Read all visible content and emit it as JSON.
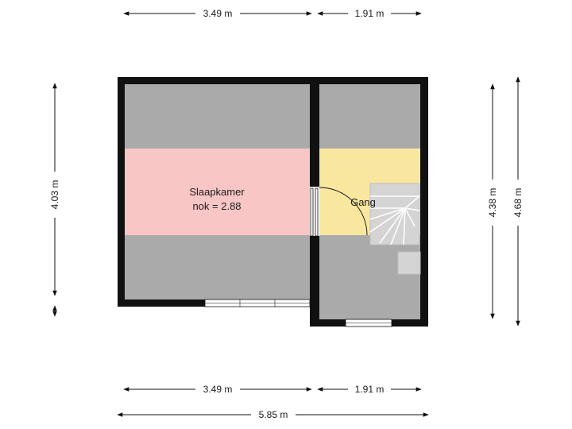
{
  "rooms": {
    "slaapkamer": {
      "name": "Slaapkamer",
      "note": "nok = 2.88",
      "color": "#f9c6c6"
    },
    "gang": {
      "name": "Gang",
      "color": "#f9e79f"
    }
  },
  "colors": {
    "wall": "#111111",
    "low_ceiling": "#aaaaaa",
    "stairs": "#d4d4d4",
    "dimension_line": "#111111"
  },
  "dimensions": {
    "top_left": "3.49 m",
    "top_right": "1.91 m",
    "bottom_left": "3.49 m",
    "bottom_right": "1.91 m",
    "bottom_total": "5.85 m",
    "left_height": "4.03 m",
    "right_inner": "4.38 m",
    "right_outer": "4.68 m"
  }
}
